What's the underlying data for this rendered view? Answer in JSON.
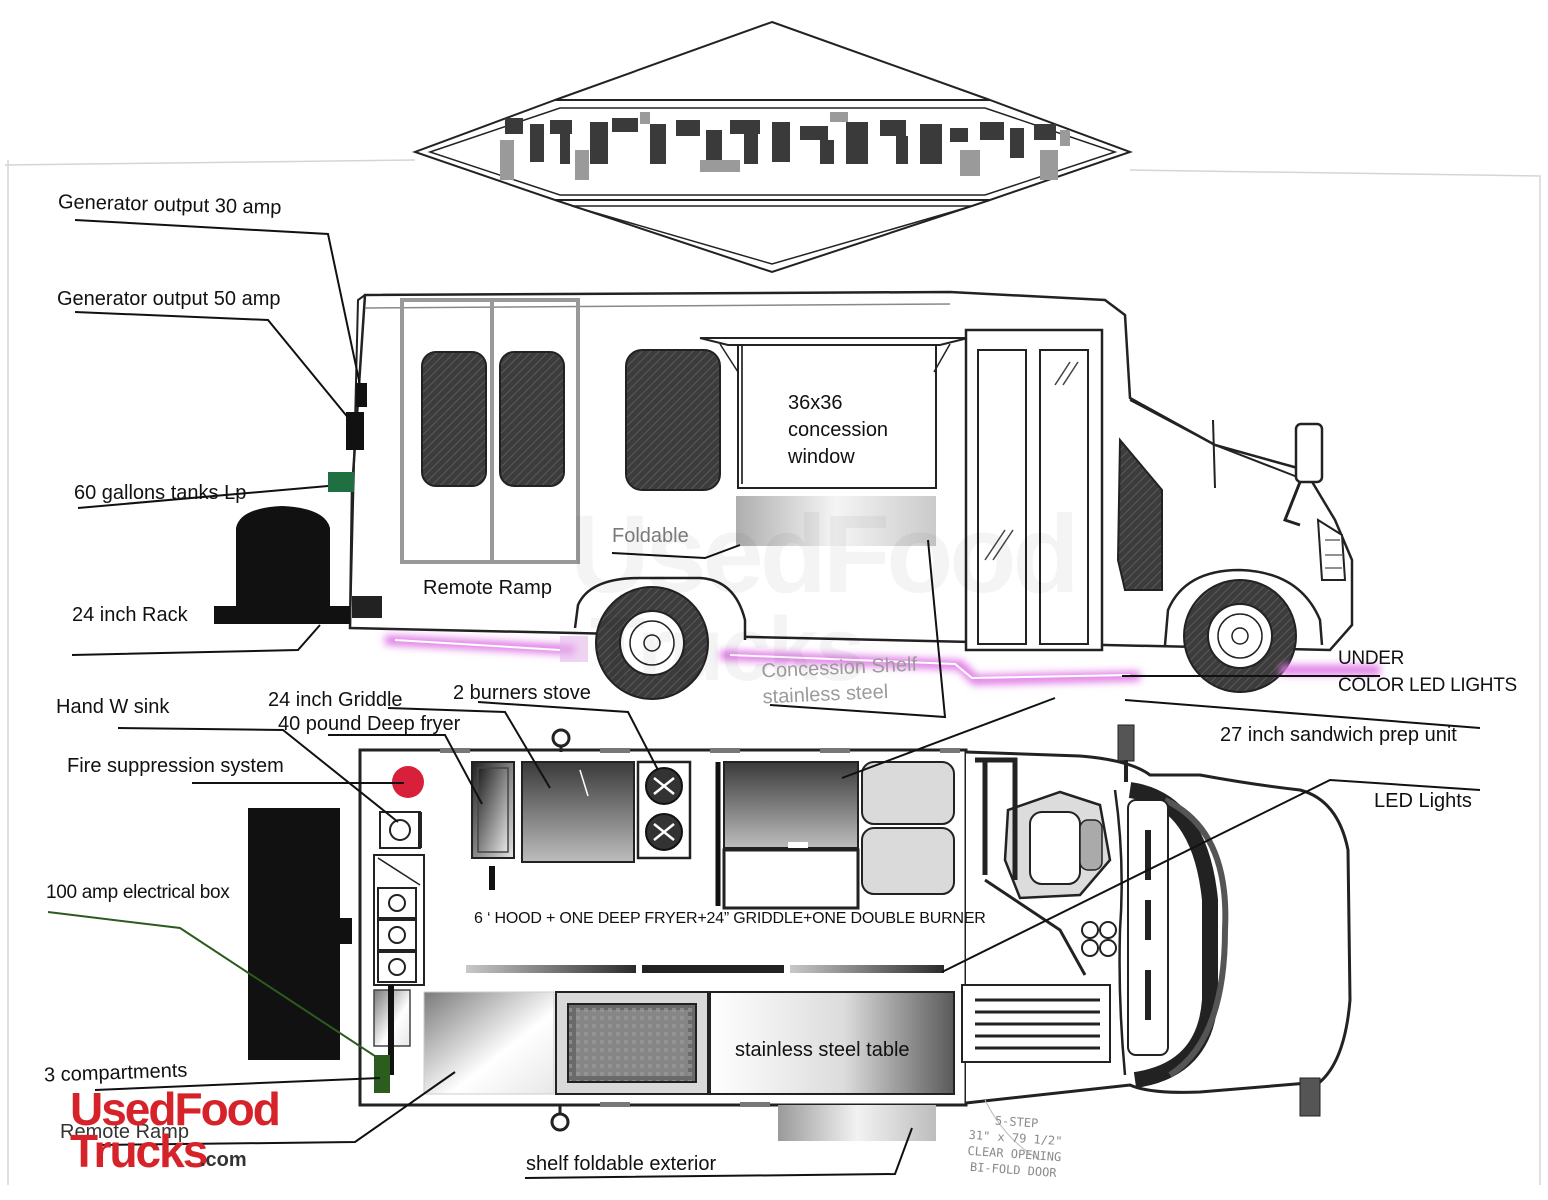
{
  "labels": {
    "gen30": "Generator output 30 amp",
    "gen50": "Generator output 50 amp",
    "tanks": "60 gallons tanks Lp",
    "rack": "24 inch Rack",
    "remote_ramp_side": "Remote Ramp",
    "foldable": "Foldable",
    "window": "36x36\nconcession\nwindow",
    "shelf": "Concession Shelf\nstainless steel",
    "under_led": "UNDER\nCOLOR LED LIGHTS",
    "sandwich": "27 inch sandwich prep unit",
    "hand_sink": "Hand W sink",
    "griddle": "24 inch Griddle",
    "fryer": "40 pound Deep fryer",
    "stove": "2 burners stove",
    "fire": "Fire suppression system",
    "led_lights": "LED Lights",
    "electrical": "100 amp electrical box",
    "hood": "6 ‘ HOOD + ONE DEEP FRYER+24” GRIDDLE+ONE DOUBLE BURNER",
    "steel_table": "stainless steel table",
    "compartments": "3 compartments",
    "remote_ramp_bottom": "Remote Ramp",
    "shelf_exterior": "shelf foldable exterior",
    "step_note": "5-STEP\n31\" x 79 1/2\"\nCLEAR OPENING\nBI-FOLD DOOR"
  },
  "logo": {
    "line1": "UsedFood",
    "line2": "Trucks",
    "suffix": ".com"
  },
  "watermark": {
    "line1": "UsedFood",
    "line2": "Trucks"
  },
  "colors": {
    "led_glow": "#e07be6",
    "tank_green": "#1f6f43",
    "fire_red": "#d8203a",
    "electrical_line": "#2d5a1e",
    "logo_red": "#d6232a"
  }
}
